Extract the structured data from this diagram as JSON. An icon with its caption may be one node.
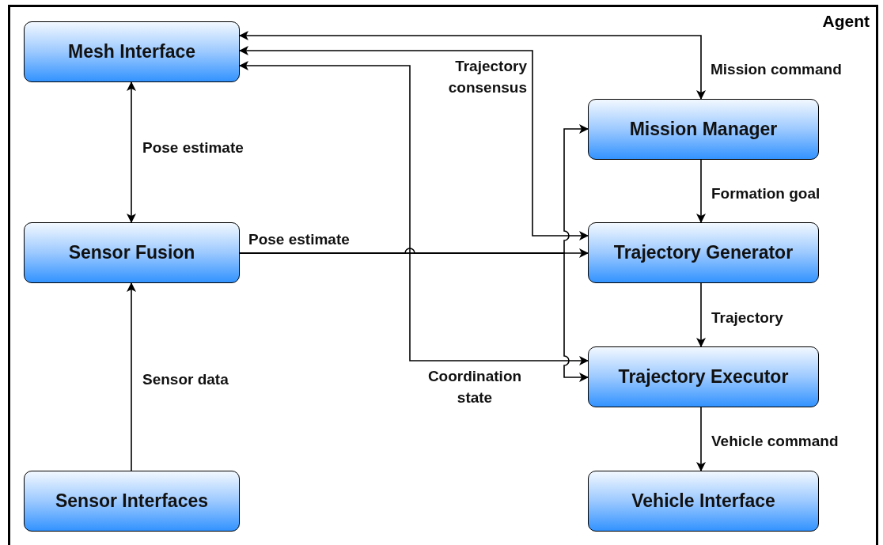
{
  "diagram": {
    "nodes": [
      {
        "text": [
          "Agent"
        ]
      },
      {
        "text": [
          "Mesh Interface"
        ],
        "in": 0
      },
      {
        "text": [
          "Mission Manager"
        ],
        "in": 0
      },
      {
        "text": [
          "Sensor Fusion"
        ],
        "in": 0
      },
      {
        "text": [
          "Trajectory Generator"
        ],
        "in": 0
      },
      {
        "text": [
          "Trajectory Executor"
        ],
        "in": 0
      },
      {
        "text": [
          "Sensor Interfaces"
        ],
        "in": 0
      },
      {
        "text": [
          "Vehicle Interface"
        ],
        "in": 0
      }
    ],
    "edges": [
      {
        "from": 2,
        "to": 1,
        "arrow": "both",
        "label": "Mission command"
      },
      {
        "from": 4,
        "to": 1,
        "arrow": "both",
        "label": "Trajectory consensus"
      },
      {
        "from": 5,
        "to": 1,
        "arrow": "both",
        "label": "Coordination state"
      },
      {
        "from": 1,
        "to": 3,
        "arrow": "both",
        "label": "Pose estimate"
      },
      {
        "from": 3,
        "to": 4,
        "arrow": "to",
        "label": "Pose estimate"
      },
      {
        "from": 3,
        "to": 2,
        "arrow": "to"
      },
      {
        "from": 3,
        "to": 5,
        "arrow": "to"
      },
      {
        "from": 6,
        "to": 3,
        "arrow": "to",
        "label": "Sensor data"
      },
      {
        "from": 2,
        "to": 4,
        "arrow": "to",
        "label": "Formation goal"
      },
      {
        "from": 4,
        "to": 5,
        "arrow": "to",
        "label": "Trajectory"
      },
      {
        "from": 5,
        "to": 7,
        "arrow": "to",
        "label": "Vehicle command"
      }
    ]
  }
}
